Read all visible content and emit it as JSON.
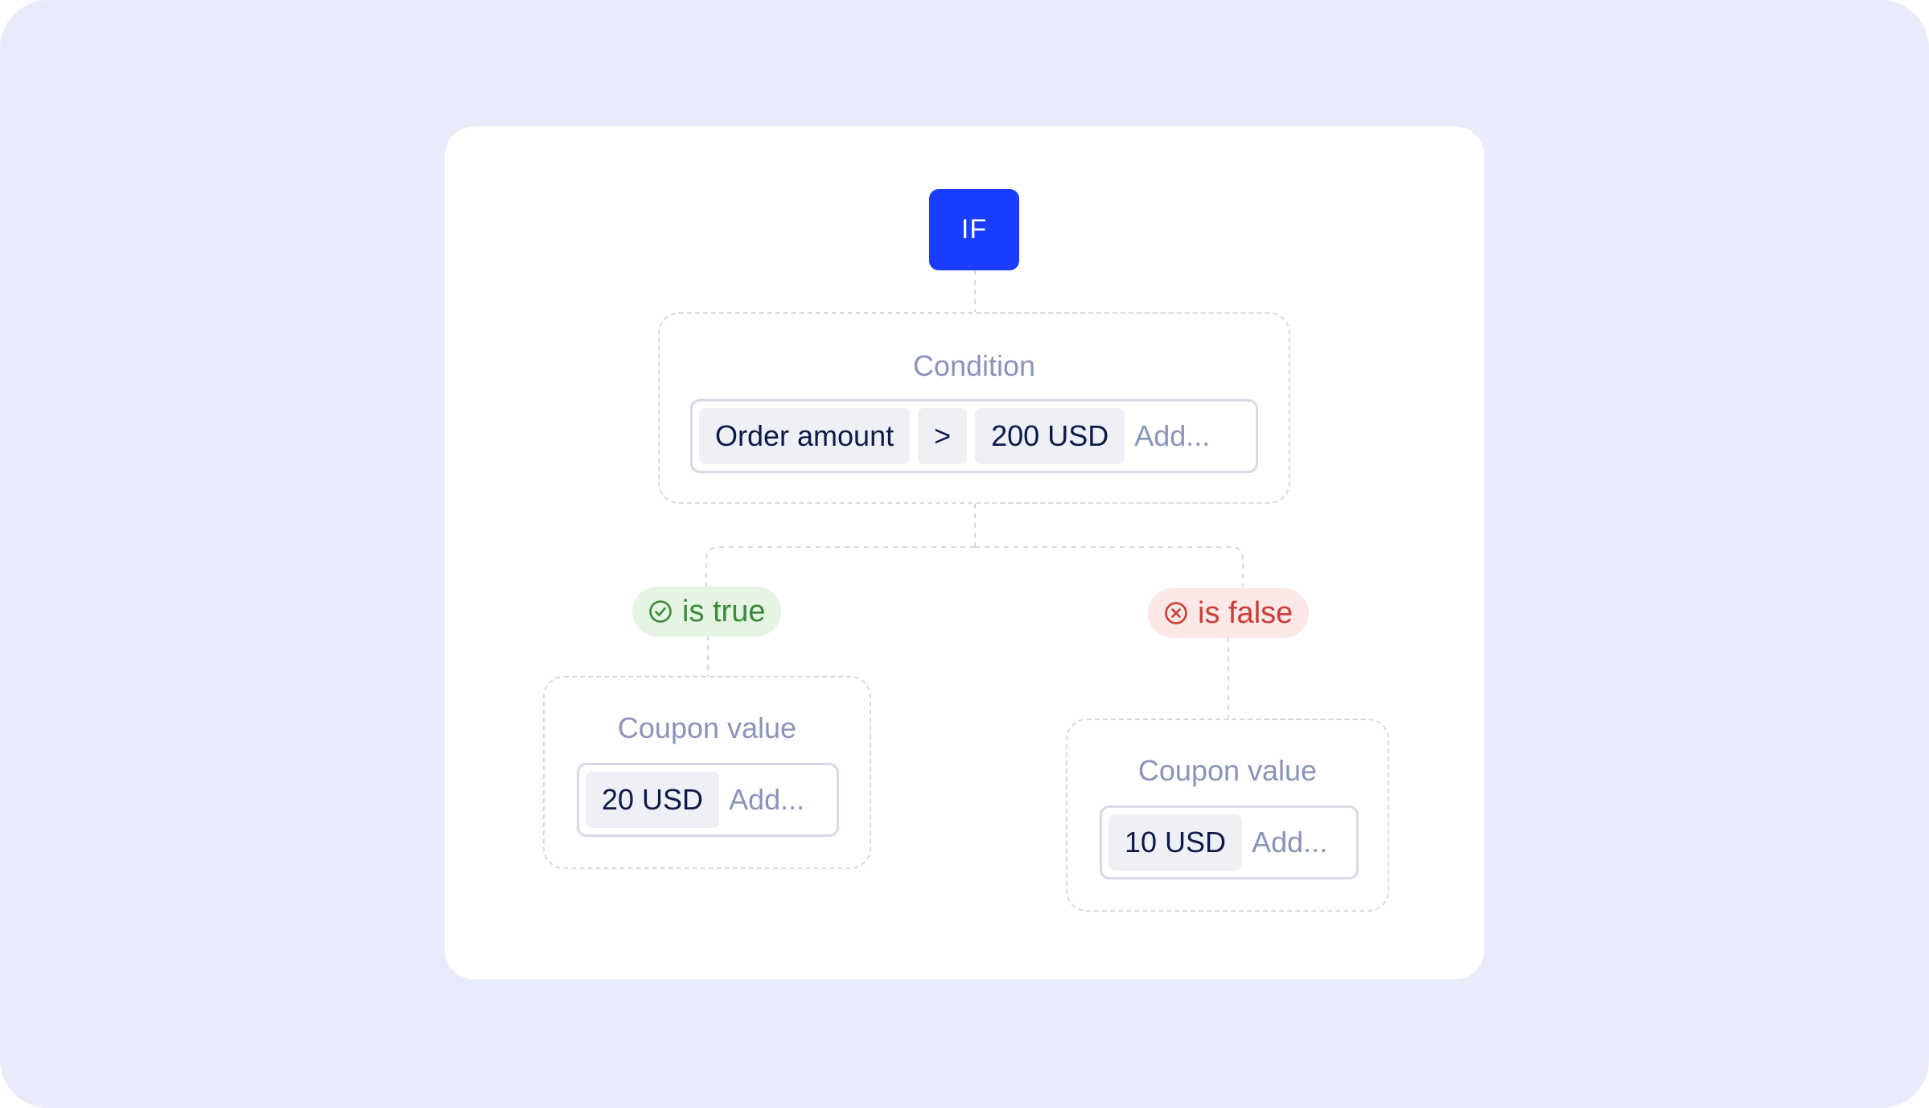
{
  "if_node": {
    "label": "IF"
  },
  "condition": {
    "title": "Condition",
    "chips": [
      "Order amount",
      ">",
      "200 USD"
    ],
    "add_placeholder": "Add..."
  },
  "branches": {
    "true": {
      "label": "is true",
      "icon": "check-circle-icon",
      "color": "#3a8a3a",
      "title": "Coupon value",
      "chip": "20 USD",
      "add_placeholder": "Add..."
    },
    "false": {
      "label": "is false",
      "icon": "x-circle-icon",
      "color": "#cc3c36",
      "title": "Coupon value",
      "chip": "10 USD",
      "add_placeholder": "Add..."
    }
  },
  "colors": {
    "background": "#e8ebf9",
    "if_accent": "#1a3dff",
    "chip_bg": "#eef0f6",
    "muted_text": "#8a94b8"
  }
}
